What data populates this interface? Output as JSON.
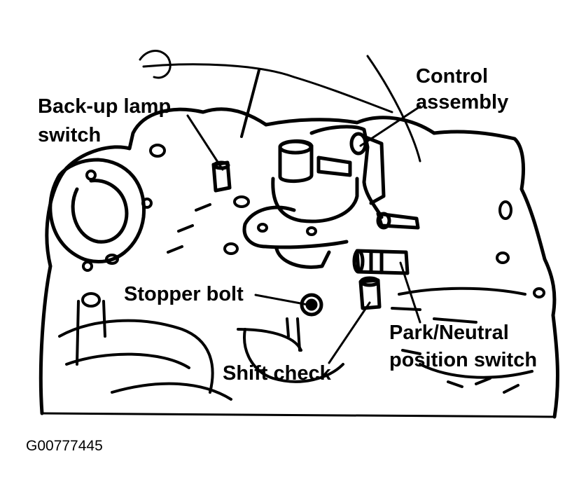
{
  "labels": {
    "back_up_lamp_line1": "Back-up lamp",
    "back_up_lamp_line2": "switch",
    "control_line1": "Control",
    "control_line2": "assembly",
    "stopper_bolt": "Stopper bolt",
    "shift_check": "Shift check",
    "park_neutral_line1": "Park/Neutral",
    "park_neutral_line2": "position switch"
  },
  "figure_code": "G00777445"
}
